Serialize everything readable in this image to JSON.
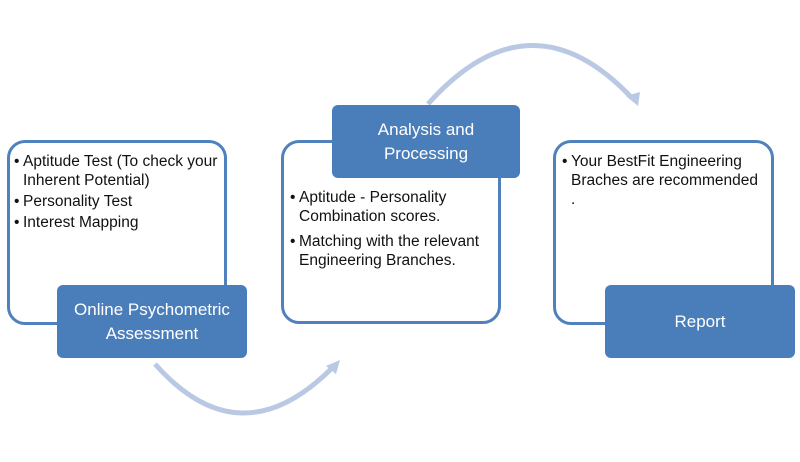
{
  "diagram": {
    "type": "process-flow",
    "colors": {
      "border": "#4F81BD",
      "label_fill": "#4A7EBB",
      "arrow": "#B9C9E3",
      "text": "#111111",
      "label_text": "#FFFFFF"
    },
    "steps": [
      {
        "title": "Online Psychometric Assessment",
        "title_lines": [
          "Online Psychometric",
          "Assessment"
        ],
        "bullets": [
          "Aptitude Test (To check your Inherent Potential)",
          "Personality Test",
          "Interest Mapping"
        ]
      },
      {
        "title": "Analysis and Processing",
        "title_lines": [
          "Analysis and",
          "Processing"
        ],
        "bullets": [
          "Aptitude - Personality Combination scores.",
          "Matching with the relevant Engineering Branches."
        ]
      },
      {
        "title": "Report",
        "title_lines": [
          "Report"
        ],
        "bullets": [
          "Your BestFit Engineering Braches are recommended ."
        ]
      }
    ],
    "bullet_glyph": "•",
    "connectors": [
      {
        "from": "Online Psychometric Assessment",
        "to": "Analysis and Processing",
        "icon": "curved-arrow-icon"
      },
      {
        "from": "Analysis and Processing",
        "to": "Report",
        "icon": "curved-arrow-icon"
      }
    ]
  }
}
